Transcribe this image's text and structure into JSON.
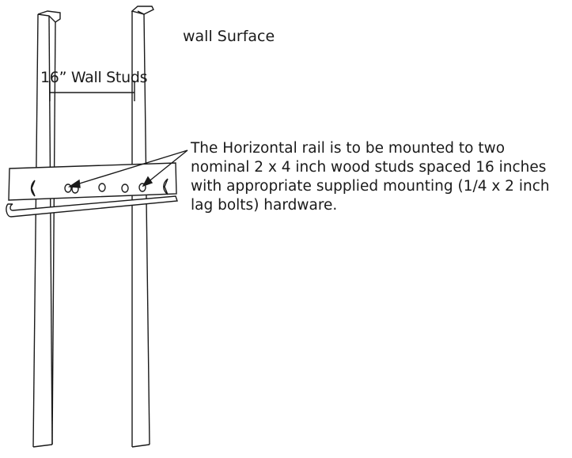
{
  "labels": {
    "wall_surface": "wall Surface",
    "stud_spacing": "16” Wall Studs"
  },
  "note": {
    "lines": [
      "The Horizontal rail is to be mounted to two",
      "nominal 2 x 4 inch wood studs spaced 16 inches",
      "with appropriate supplied mounting (1/4 x 2 inch",
      "lag bolts) hardware."
    ]
  },
  "colors": {
    "ink": "#1a1a1a",
    "background": "#ffffff"
  }
}
